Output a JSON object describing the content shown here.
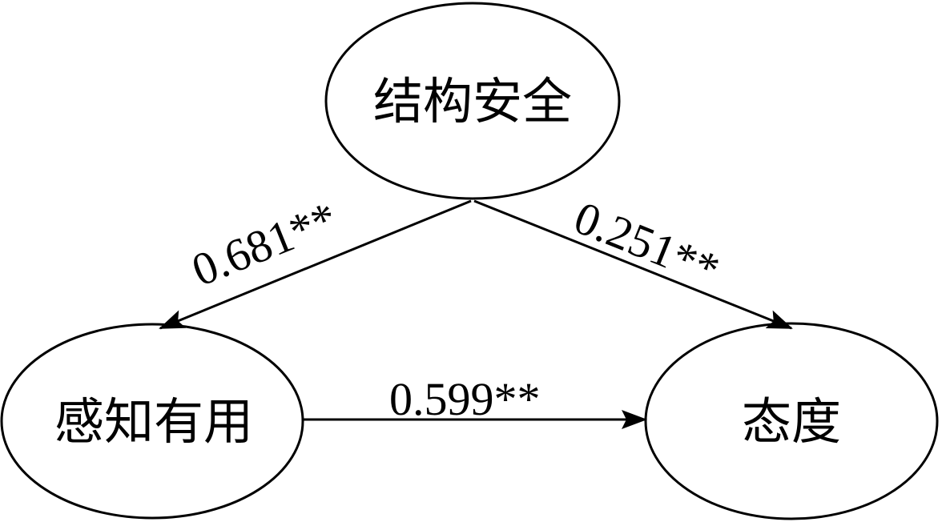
{
  "nodes": {
    "structural_safety": "结构安全",
    "perceived_usefulness": "感知有用",
    "attitude": "态度"
  },
  "paths": {
    "safety_to_usefulness": "0.681**",
    "safety_to_attitude": "0.251**",
    "usefulness_to_attitude": "0.599**"
  },
  "colors": {
    "stroke": "#000000",
    "background": "#ffffff"
  }
}
